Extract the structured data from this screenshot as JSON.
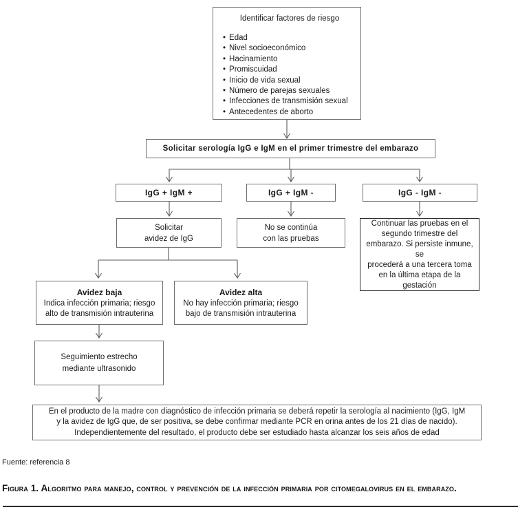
{
  "flowchart": {
    "risk": {
      "title": "Identificar factores de riesgo",
      "bullet": "•",
      "items": [
        "Edad",
        "Nivel socioeconómico",
        "Hacinamiento",
        "Promiscuidad",
        "Inicio de vida sexual",
        "Número de parejas sexuales",
        "Infecciones de transmisión sexual",
        "Antecedentes de aborto"
      ]
    },
    "serology": "Solicitar serología IgG e IgM en el primer trimestre del embarazo",
    "branches": {
      "pos_pos": "IgG + IgM +",
      "pos_neg": "IgG + IgM -",
      "neg_neg": "IgG - IgM -"
    },
    "avidity_request": "Solicitar\navidez de IgG",
    "no_continue": "No se continúa\ncon las pruebas",
    "second_trimester": "Continuar las pruebas en el\nsegundo trimestre del\nembarazo. Si persiste inmune, se\nprocederá a una tercera toma\nen la última etapa de la\ngestación",
    "low_avidity": {
      "title": "Avidez baja",
      "body": "Indica infección primaria; riesgo\nalto de transmisión intrauterina"
    },
    "high_avidity": {
      "title": "Avidez alta",
      "body": "No hay infección primaria; riesgo\nbajo de transmisión intrauterina"
    },
    "followup": "Seguimiento estrecho\nmediante ultrasonido",
    "newborn": "En el producto de la madre con diagnóstico de infección primaria se deberá repetir la serología al nacimiento (IgG, IgM\ny la avidez de IgG que, de ser positiva, se debe confirmar mediante PCR en orina antes de los 21 días de nacido).\nIndependientemente del resultado, el producto debe ser estudiado hasta alcanzar los seis años de edad"
  },
  "footer": {
    "source": "Fuente: referencia 8",
    "caption": "Figura 1. Algoritmo para manejo, control y prevención de la infección primaria por citomegalovirus en el embarazo."
  }
}
